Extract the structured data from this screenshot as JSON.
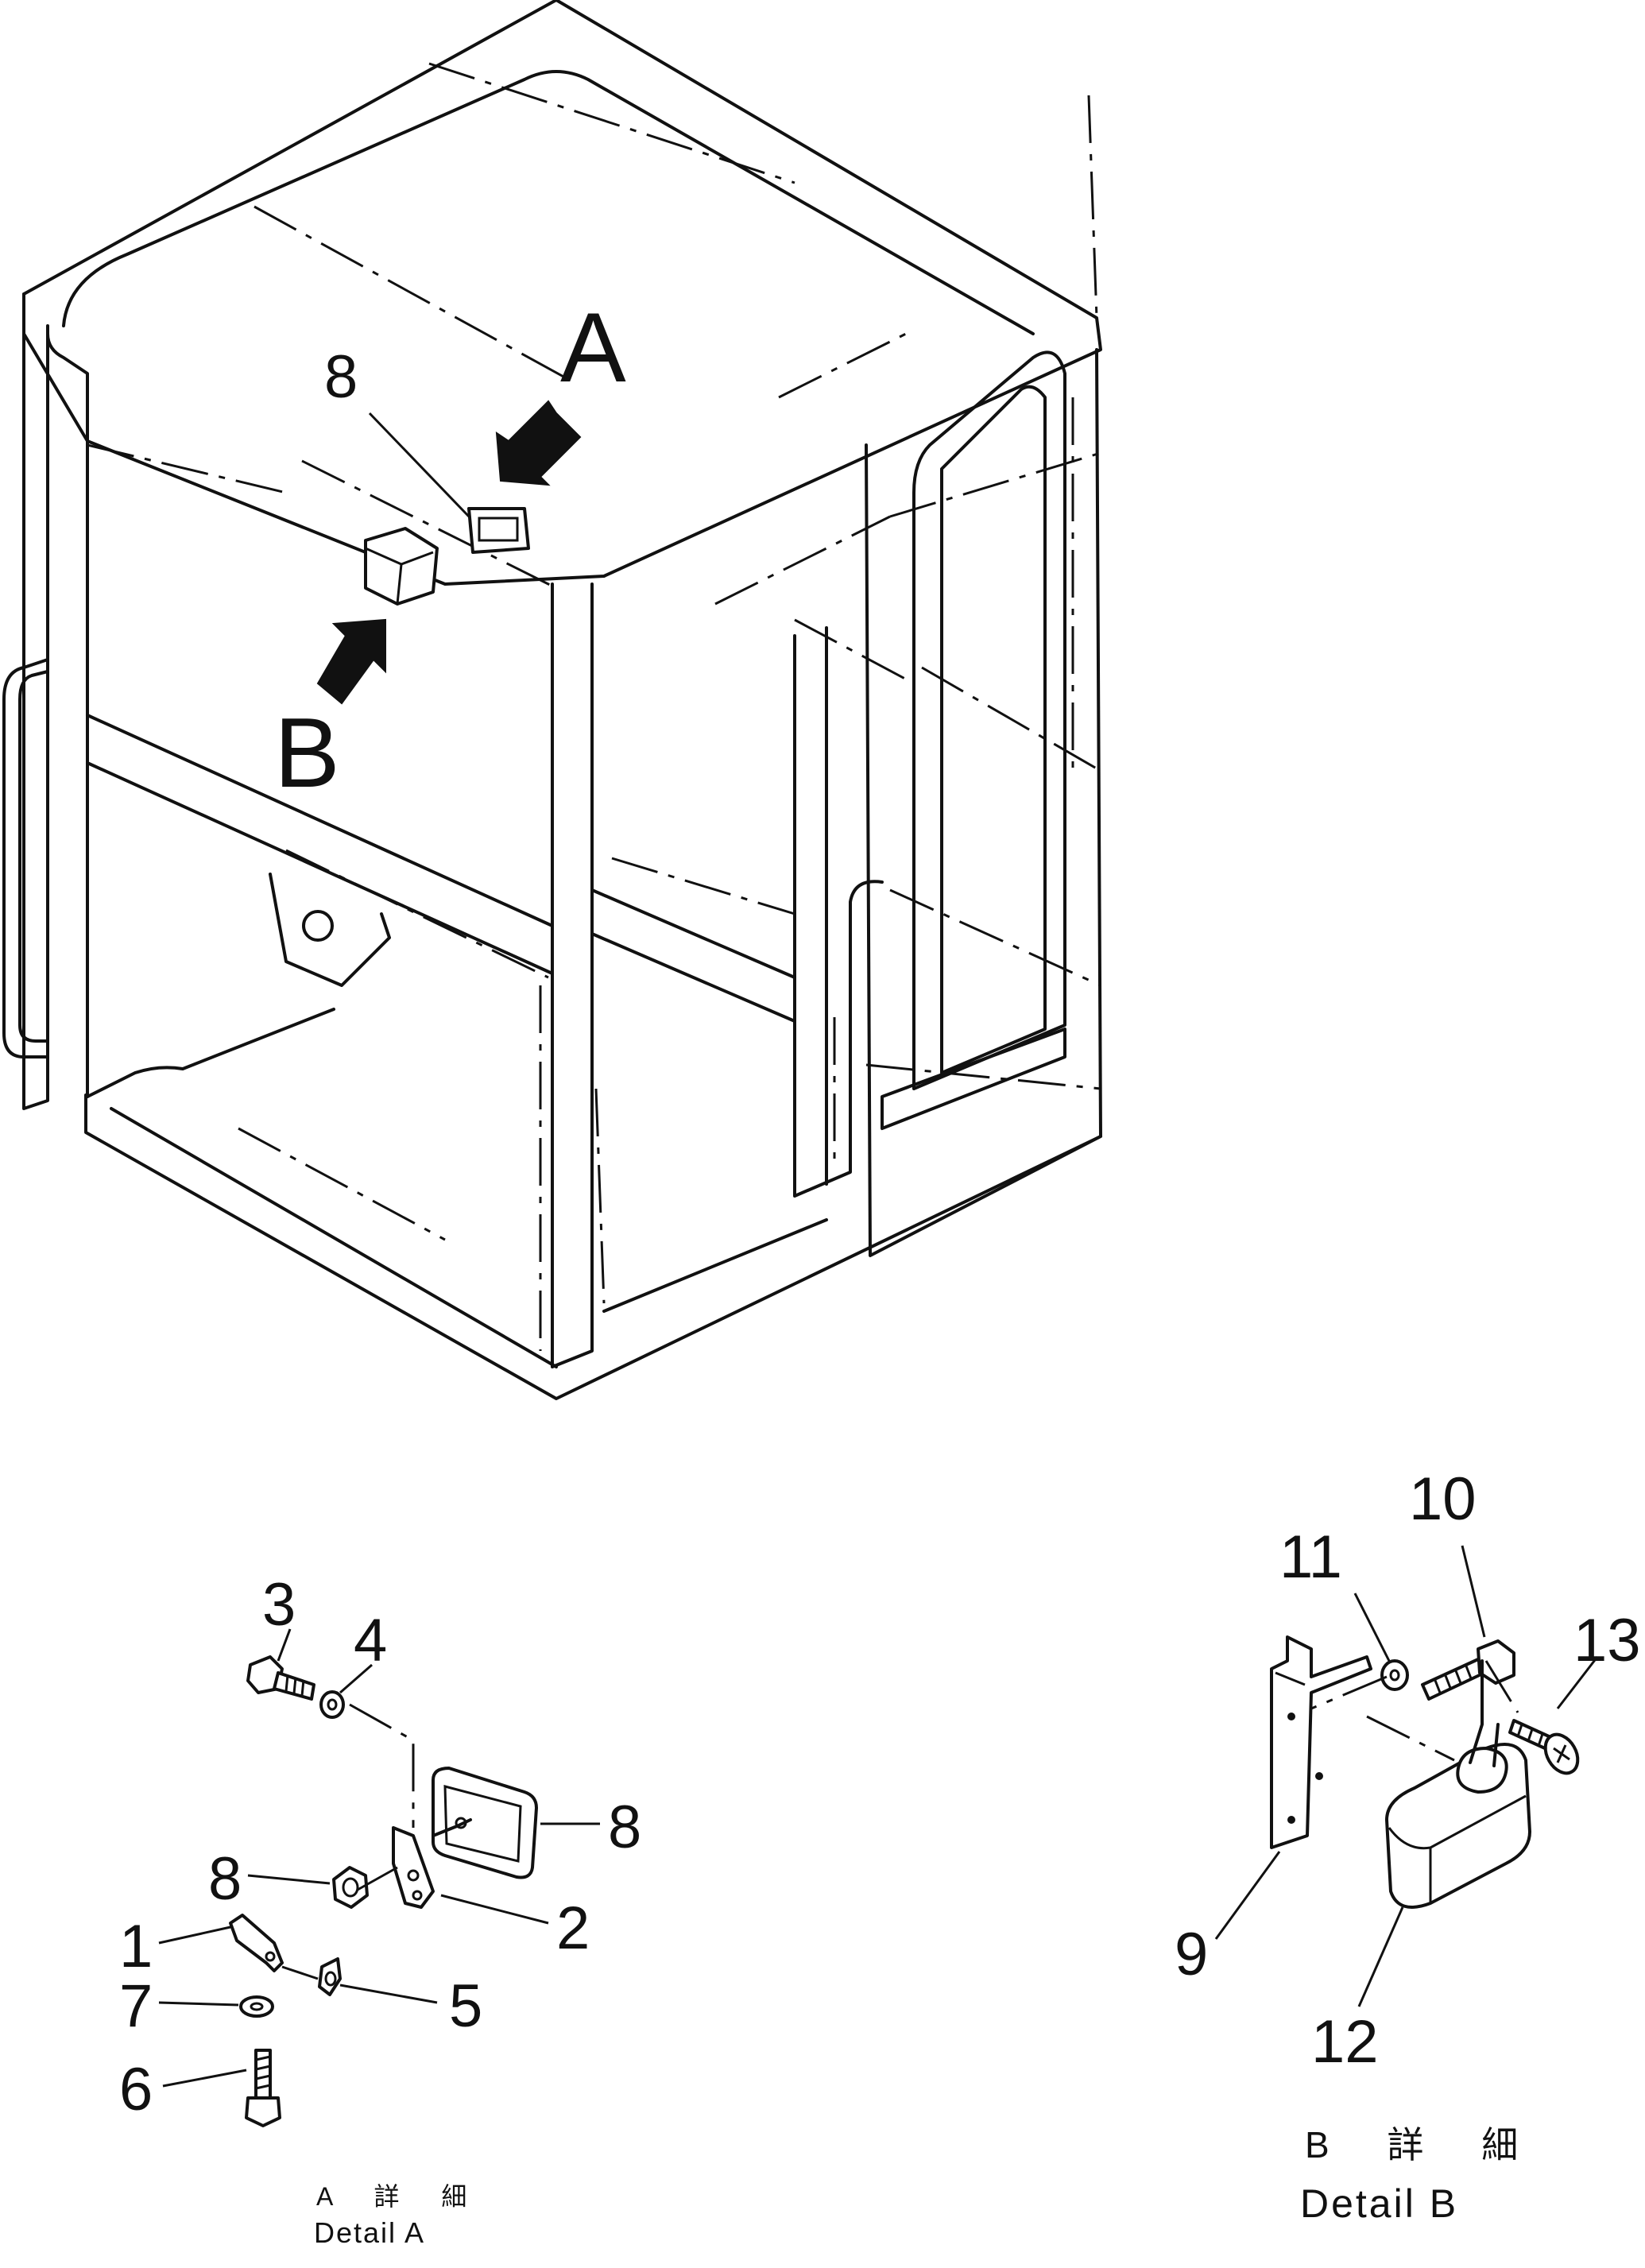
{
  "view_labels": {
    "a": "A",
    "b": "B"
  },
  "cab_callouts": {
    "lamp": "8"
  },
  "detail_a": {
    "callouts": {
      "p1": "1",
      "p2": "2",
      "p3": "3",
      "p4": "4",
      "p5": "5",
      "p6": "6",
      "p7": "7",
      "p8_nut": "8",
      "p8_lamp": "8"
    },
    "caption_jp": "A 詳 細",
    "caption_en": "Detail A"
  },
  "detail_b": {
    "callouts": {
      "p9": "9",
      "p10": "10",
      "p11": "11",
      "p12": "12",
      "p13": "13"
    },
    "caption_jp": "B 詳 細",
    "caption_en": "Detail B"
  }
}
